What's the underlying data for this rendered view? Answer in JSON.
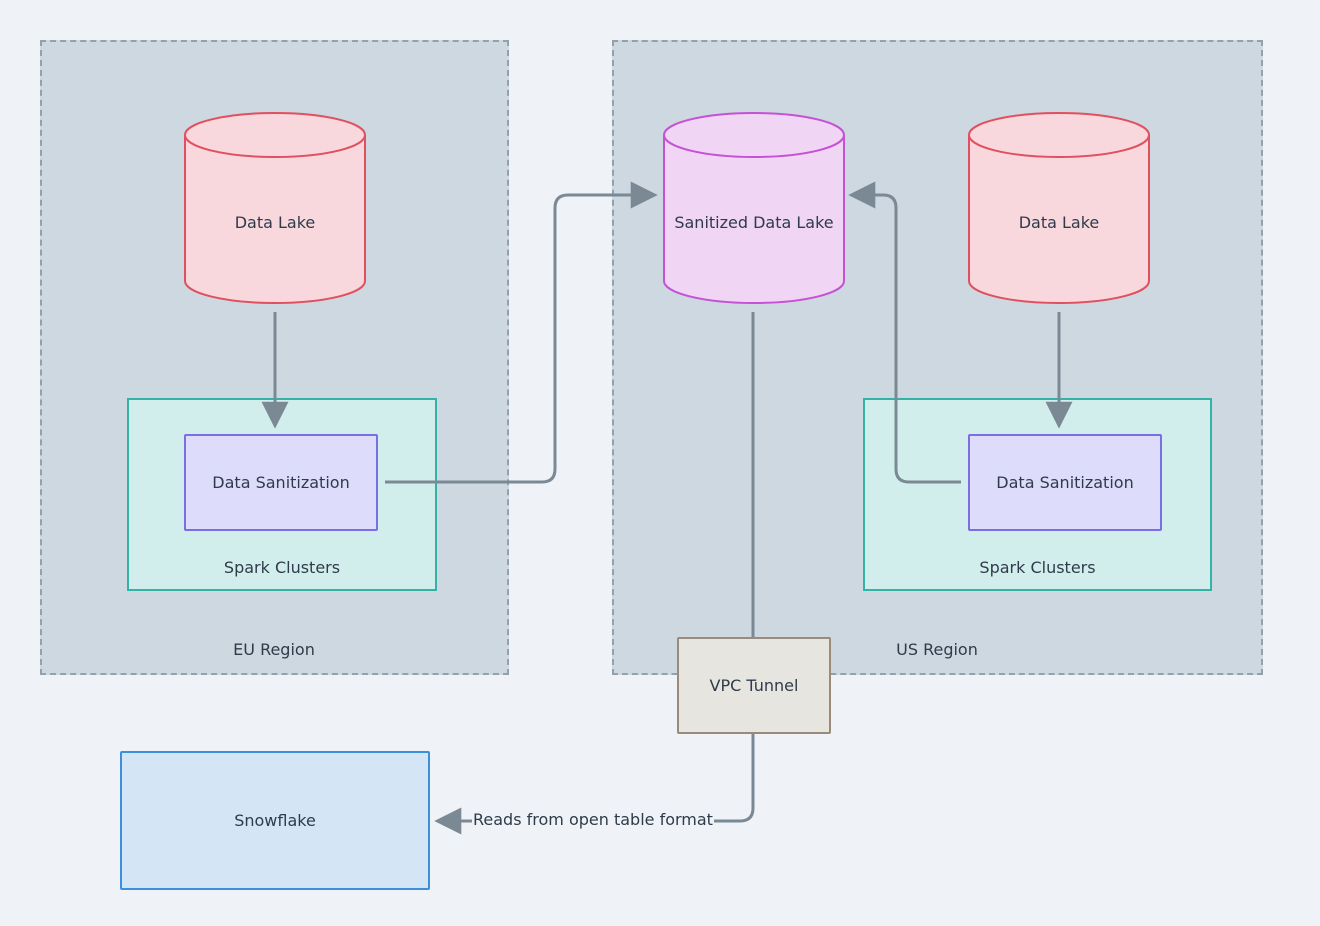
{
  "regions": {
    "eu": {
      "label": "EU Region"
    },
    "us": {
      "label": "US Region"
    }
  },
  "nodes": {
    "eu_data_lake": {
      "label": "Data Lake",
      "fill": "#f8d8dd",
      "stroke": "#e0505f"
    },
    "sanitized_data_lake": {
      "label": "Sanitized Data Lake",
      "fill": "#f0d5f4",
      "stroke": "#c452d4"
    },
    "us_data_lake": {
      "label": "Data Lake",
      "fill": "#f8d8dd",
      "stroke": "#e0505f"
    },
    "eu_spark": {
      "label": "Spark Clusters"
    },
    "us_spark": {
      "label": "Spark Clusters"
    },
    "eu_sanitization": {
      "label": "Data Sanitization"
    },
    "us_sanitization": {
      "label": "Data Sanitization"
    },
    "vpc_tunnel": {
      "label": "VPC Tunnel"
    },
    "snowflake": {
      "label": "Snowflake"
    }
  },
  "edges": {
    "reads_label": "Reads from open table format"
  },
  "colors": {
    "edge": "#7b8995",
    "background": "#eff3f7"
  }
}
